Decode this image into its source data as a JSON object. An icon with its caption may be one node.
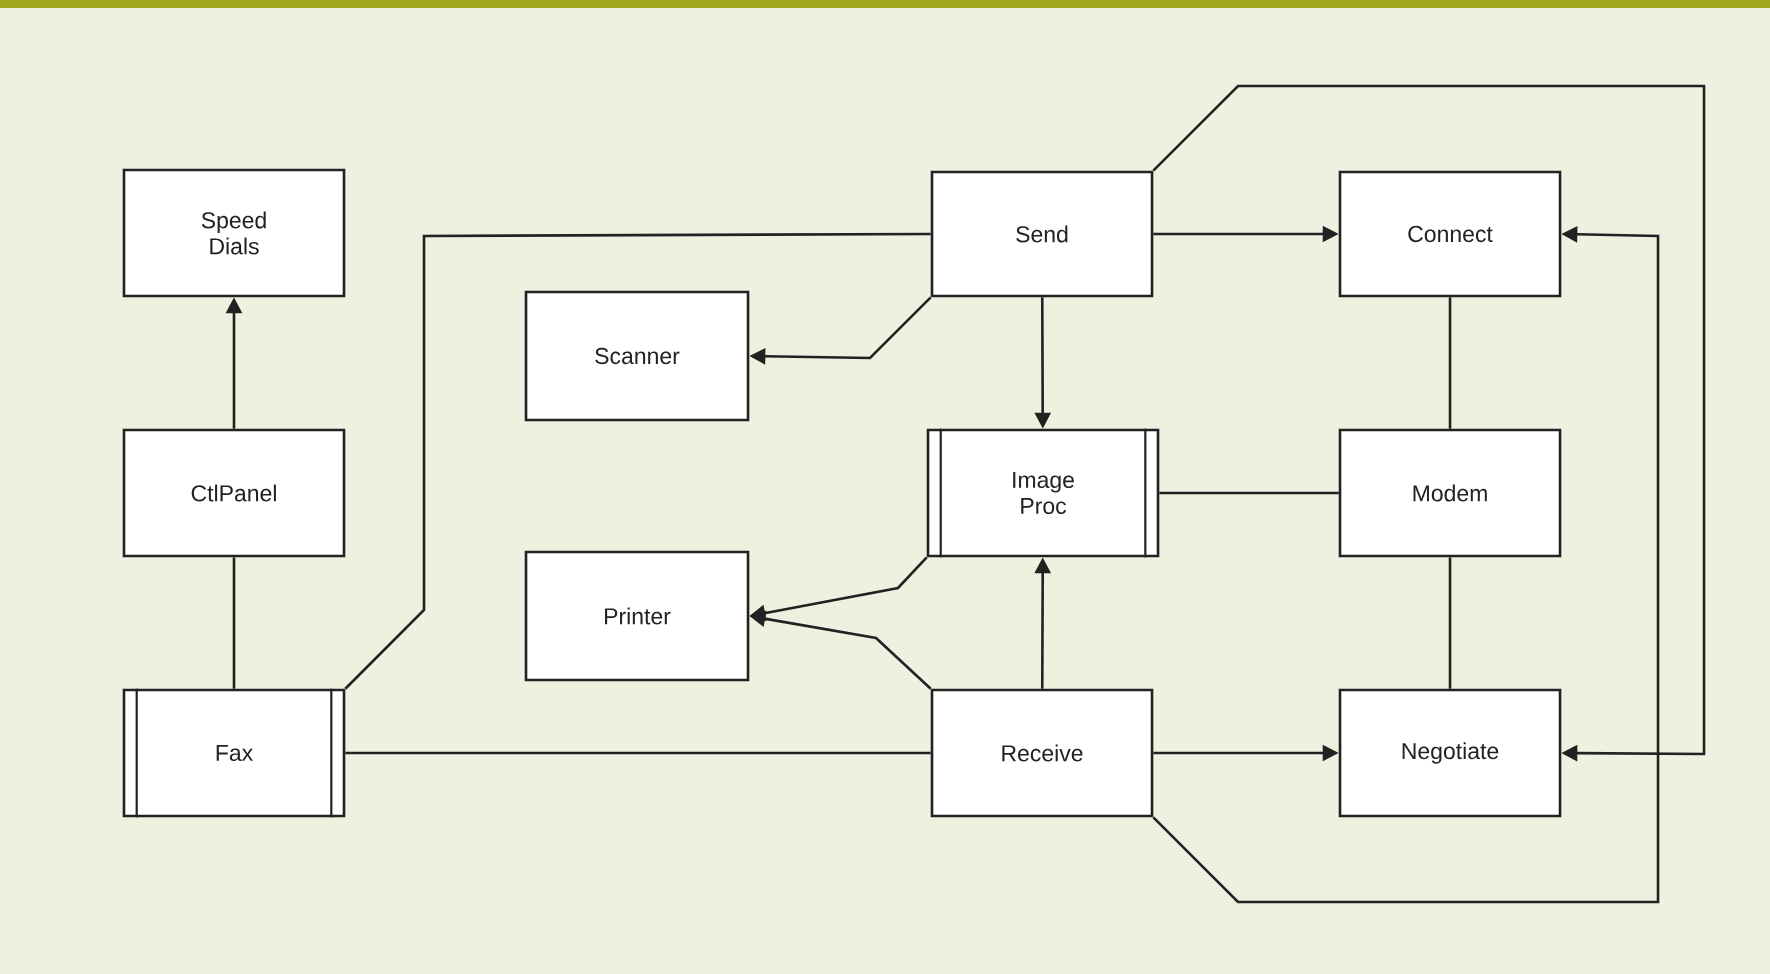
{
  "diagram": {
    "nodes": [
      {
        "text": [
          "Speed Dials"
        ]
      },
      {
        "text": [
          "Scanner"
        ]
      },
      {
        "text": [
          "Send"
        ]
      },
      {
        "text": [
          "Connect"
        ]
      },
      {
        "text": [
          "CtlPanel"
        ]
      },
      {
        "text": [
          "Image Proc"
        ]
      },
      {
        "text": [
          "Modem"
        ]
      },
      {
        "text": [
          "Printer"
        ]
      },
      {
        "text": [
          "Fax"
        ]
      },
      {
        "text": [
          "Receive"
        ]
      },
      {
        "text": [
          "Negotiate"
        ]
      }
    ],
    "edges": [
      {
        "from": 4,
        "to": 0,
        "arrow": "to"
      },
      {
        "from": 4,
        "to": 8,
        "arrow": "none"
      },
      {
        "from": 8,
        "to": 2,
        "arrow": "none"
      },
      {
        "from": 8,
        "to": 9,
        "arrow": "none"
      },
      {
        "from": 2,
        "to": 1,
        "arrow": "to"
      },
      {
        "from": 2,
        "to": 3,
        "arrow": "to"
      },
      {
        "from": 2,
        "to": 5,
        "arrow": "to"
      },
      {
        "from": 2,
        "to": 10,
        "arrow": "to"
      },
      {
        "from": 5,
        "to": 7,
        "arrow": "to"
      },
      {
        "from": 9,
        "to": 7,
        "arrow": "to"
      },
      {
        "from": 9,
        "to": 5,
        "arrow": "to"
      },
      {
        "from": 9,
        "to": 10,
        "arrow": "to"
      },
      {
        "from": 9,
        "to": 3,
        "arrow": "to"
      },
      {
        "from": 5,
        "to": 6,
        "arrow": "none"
      },
      {
        "from": 3,
        "to": 6,
        "arrow": "none"
      },
      {
        "from": 6,
        "to": 10,
        "arrow": "none"
      }
    ]
  }
}
